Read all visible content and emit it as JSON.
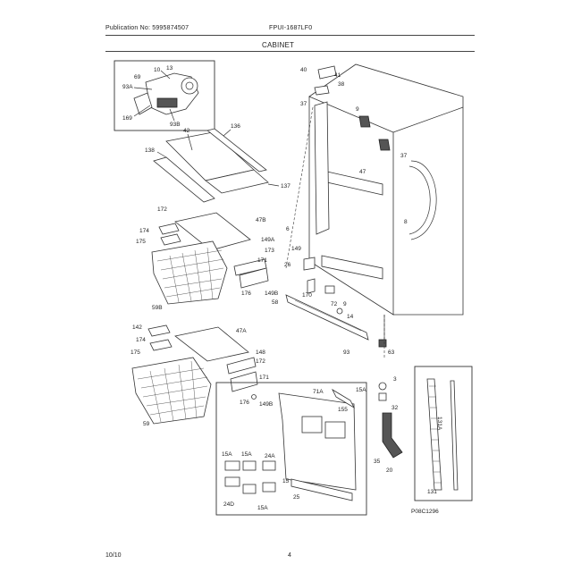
{
  "header": {
    "publication": "Publication No: 5995874507",
    "model": "FPUI-1687LF0",
    "section": "CABINET"
  },
  "footer": {
    "date": "10/10",
    "page": "4"
  },
  "figure_code": "P08C1296",
  "callouts": {
    "inset_top": [
      "13",
      "10",
      "69",
      "93A",
      "169",
      "93B"
    ],
    "shelf": [
      "42",
      "136",
      "138",
      "137"
    ],
    "drawer_upper": [
      "172",
      "47B",
      "174",
      "175",
      "149A",
      "173",
      "171",
      "176",
      "149B",
      "59B"
    ],
    "drawer_lower": [
      "142",
      "47A",
      "174",
      "175",
      "148",
      "172",
      "171",
      "176",
      "149B",
      "59"
    ],
    "cabinet": [
      "40",
      "41",
      "38",
      "37",
      "9",
      "47",
      "37",
      "8",
      "6",
      "149",
      "26",
      "170",
      "72",
      "9",
      "14",
      "58",
      "63",
      "93",
      "3",
      "32",
      "35",
      "20"
    ],
    "inset_bottom": [
      "71A",
      "15A",
      "155",
      "15A",
      "15A",
      "24A",
      "15",
      "24D",
      "15A",
      "25"
    ],
    "inset_right": [
      "131A",
      "131"
    ]
  }
}
